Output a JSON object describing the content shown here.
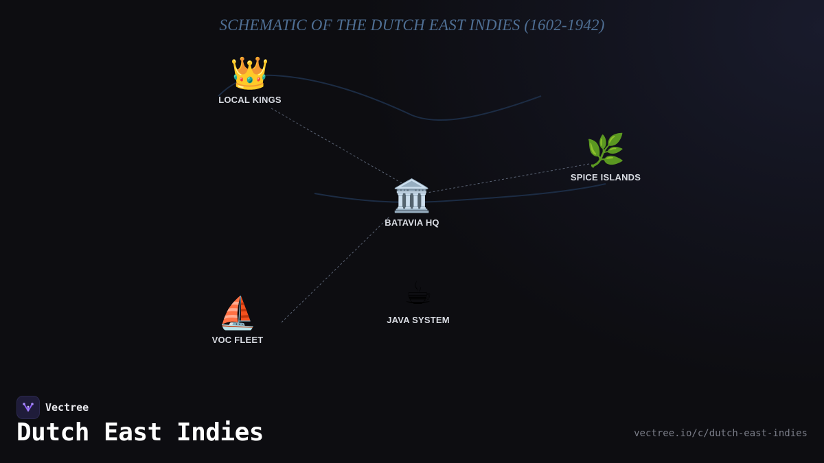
{
  "diagram": {
    "title": "SCHEMATIC OF THE DUTCH EAST INDIES (1602-1942)",
    "colors": {
      "title": "#4f6f94",
      "flow_curve": "#1c2c44",
      "dotted_link": "#5b6475",
      "label": "#d8dbe2"
    },
    "nodes": {
      "local_kings": {
        "icon": "crown-icon",
        "glyph": "👑",
        "label": "LOCAL KINGS"
      },
      "spice_islands": {
        "icon": "herb-icon",
        "glyph": "🌿",
        "label": "SPICE ISLANDS"
      },
      "batavia_hq": {
        "icon": "classical-building-icon",
        "glyph": "🏛️",
        "label": "BATAVIA HQ"
      },
      "java_system": {
        "icon": "hot-beverage-icon",
        "glyph": "☕",
        "label": "JAVA SYSTEM"
      },
      "voc_fleet": {
        "icon": "sailboat-icon",
        "glyph": "⛵",
        "label": "VOC FLEET"
      }
    },
    "links": [
      {
        "from": "local_kings",
        "to": "batavia_hq",
        "style": "dotted"
      },
      {
        "from": "spice_islands",
        "to": "batavia_hq",
        "style": "dotted"
      },
      {
        "from": "voc_fleet",
        "to": "batavia_hq",
        "style": "dotted"
      }
    ]
  },
  "footer": {
    "brand_name": "Vectree",
    "brand_logo_icon": "vectree-logo-icon",
    "brand_accent": "#8b5cf6",
    "page_title": "Dutch East Indies",
    "url": "vectree.io/c/dutch-east-indies"
  }
}
